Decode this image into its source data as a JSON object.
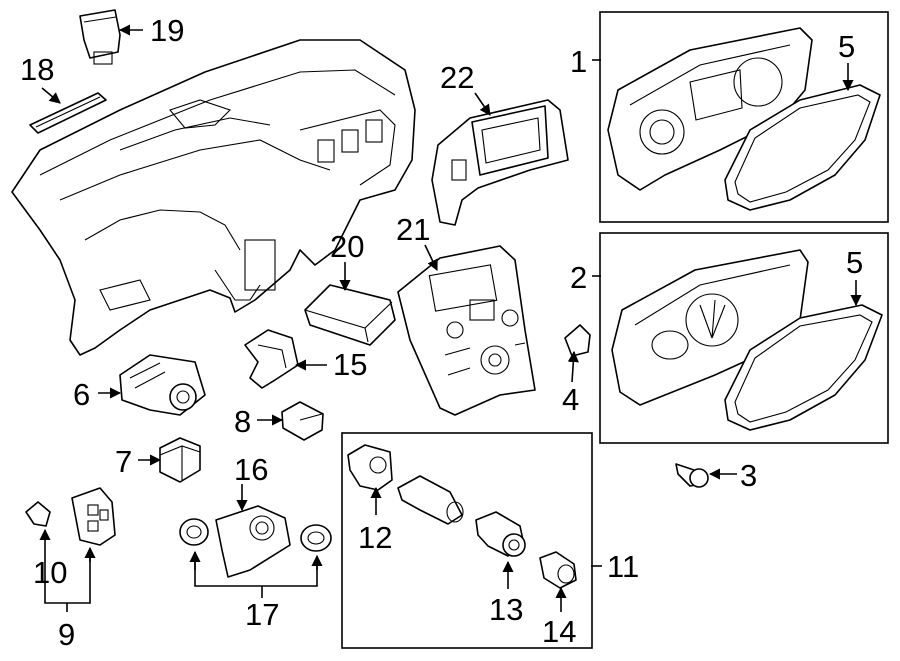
{
  "diagram": {
    "callouts": {
      "c1": "1",
      "c2": "2",
      "c3": "3",
      "c4": "4",
      "c5a": "5",
      "c5b": "5",
      "c6": "6",
      "c7": "7",
      "c8": "8",
      "c9": "9",
      "c10": "10",
      "c11": "11",
      "c12": "12",
      "c13": "13",
      "c14": "14",
      "c15": "15",
      "c16": "16",
      "c17": "17",
      "c18": "18",
      "c19": "19",
      "c20": "20",
      "c21": "21",
      "c22": "22"
    }
  }
}
